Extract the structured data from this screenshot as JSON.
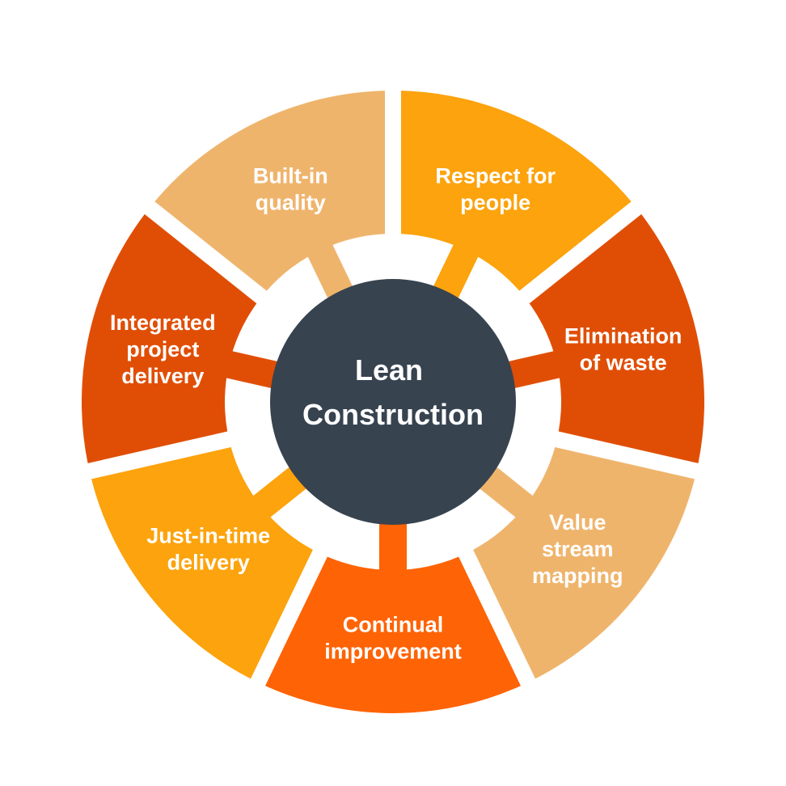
{
  "center": {
    "lines": [
      "Lean",
      "Construction"
    ],
    "color": "#37434f"
  },
  "segments": [
    {
      "id": "respect-for-people",
      "lines": [
        "Respect for",
        "people"
      ],
      "color": "#fca30d"
    },
    {
      "id": "elimination-of-waste",
      "lines": [
        "Elimination",
        "of waste"
      ],
      "color": "#e04e05"
    },
    {
      "id": "value-stream-mapping",
      "lines": [
        "Value",
        "stream",
        "mapping"
      ],
      "color": "#efb46c"
    },
    {
      "id": "continual-improvement",
      "lines": [
        "Continual",
        "improvement"
      ],
      "color": "#fe6305"
    },
    {
      "id": "just-in-time-delivery",
      "lines": [
        "Just-in-time",
        "delivery"
      ],
      "color": "#fca30d"
    },
    {
      "id": "integrated-project-delivery",
      "lines": [
        "Integrated",
        "project",
        "delivery"
      ],
      "color": "#e04e05"
    },
    {
      "id": "built-in-quality",
      "lines": [
        "Built-in",
        "quality"
      ],
      "color": "#efb46c"
    }
  ]
}
